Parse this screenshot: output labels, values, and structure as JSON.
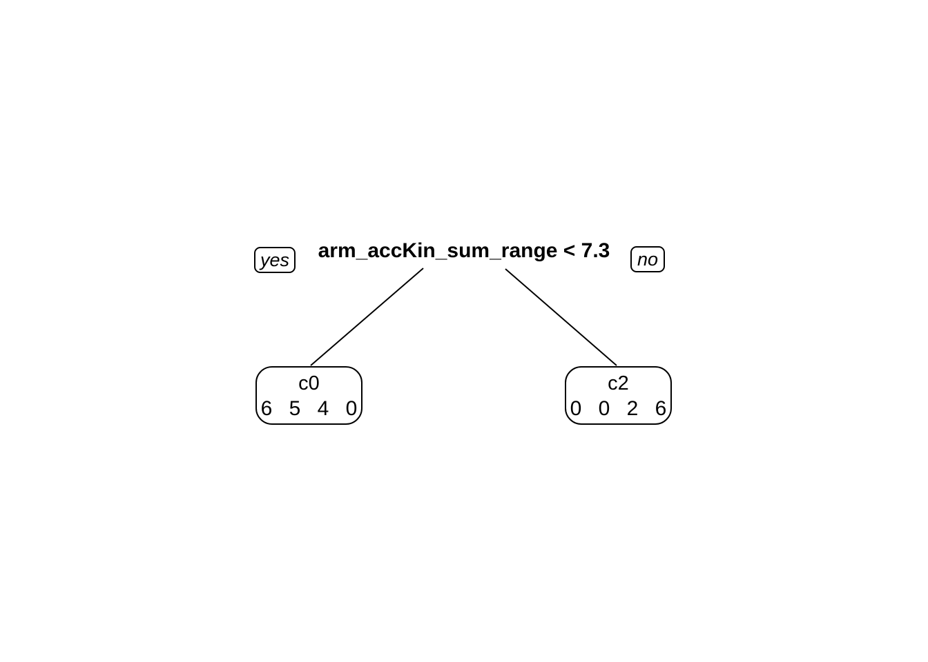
{
  "root": {
    "condition": "arm_accKin_sum_range < 7.3",
    "yes_label": "yes",
    "no_label": "no"
  },
  "leaves": {
    "left": {
      "class_label": "c0",
      "counts_display": "6 5 4 0"
    },
    "right": {
      "class_label": "c2",
      "counts_display": "0 0 2 6"
    }
  },
  "tree_data": {
    "type": "decision-tree",
    "root_condition": "arm_accKin_sum_range < 7.3",
    "branches": [
      {
        "answer": "yes",
        "leaf_label": "c0",
        "class_counts": [
          6,
          5,
          4,
          0
        ]
      },
      {
        "answer": "no",
        "leaf_label": "c2",
        "class_counts": [
          0,
          0,
          2,
          6
        ]
      }
    ]
  },
  "colors": {
    "text": "#000000",
    "node_border": "#000000",
    "edge": "#000000",
    "background": "#ffffff"
  }
}
